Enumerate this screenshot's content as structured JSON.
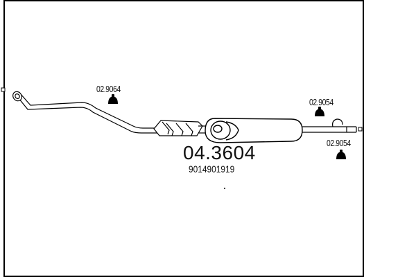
{
  "diagram": {
    "part_number": "04.3604",
    "oe_number": "9014901919",
    "mount_labels": [
      "02.9064",
      "02.9054",
      "02.9054"
    ]
  }
}
